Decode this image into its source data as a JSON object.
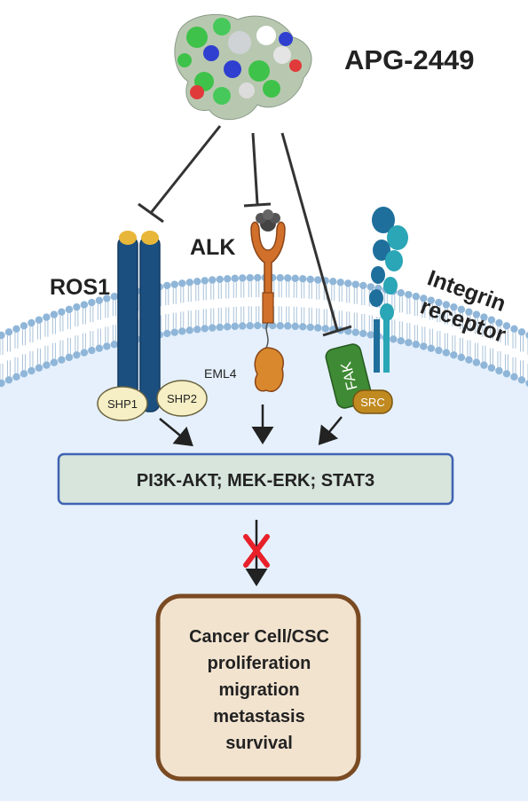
{
  "drug": {
    "name": "APG-2449"
  },
  "receptors": {
    "ros1": "ROS1",
    "alk": "ALK",
    "eml4": "EML4",
    "integrin_line1": "Integrin",
    "integrin_line2": "receptor",
    "shp1": "SHP1",
    "shp2": "SHP2",
    "fak": "FAK",
    "src": "SRC"
  },
  "pathway": {
    "label": "PI3K-AKT; MEK-ERK; STAT3"
  },
  "outcome": {
    "lines": [
      "Cancer Cell/CSC",
      "proliferation",
      "migration",
      "metastasis",
      "survival"
    ]
  },
  "colors": {
    "cytoplasm": "#e5f0fc",
    "membrane_head": "#8fb6d8",
    "ros1": "#1b4f80",
    "alk": "#d1702a",
    "fak": "#3f8a34",
    "src": "#c08a20",
    "integrin": "#2a9ab2",
    "pathway_box": "#d7e5dc",
    "pathway_border": "#3f63b2",
    "outcome_box": "#f2e3cf",
    "outcome_border": "#7a4a22",
    "block_x": "#e8202a"
  }
}
